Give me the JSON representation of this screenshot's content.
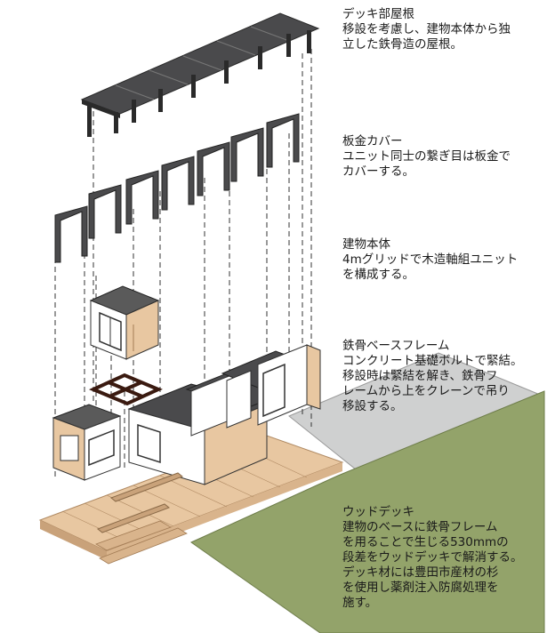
{
  "annotations": {
    "roof": {
      "title": "デッキ部屋根",
      "text": "移設を考慮し、建物本体から独\n立した鉄骨造の屋根。"
    },
    "sheet_metal_cover": {
      "title": "板金カバー",
      "text": "ユニット同士の繋ぎ目は板金で\nカバーする。"
    },
    "building_body": {
      "title": "建物本体",
      "text": "4mグリッドで木造軸組ユニット\nを構成する。"
    },
    "steel_base_frame": {
      "title": "鉄骨ベースフレーム",
      "text": "コンクリート基礎ボルトで緊結。\n移設時は緊結を解き、鉄骨フ\nレームから上をクレーンで吊り\n移設する。"
    },
    "wood_deck": {
      "title": "ウッドデッキ",
      "text": "建物のベースに鉄骨フレーム\nを用ることで生じる530mmの\n段差をウッドデッキで解消する。\nデッキ材には豊田市産材の杉\nを使用し薬剤注入防腐処理を\n施す。"
    }
  },
  "colors": {
    "roof": "#4a4a4c",
    "roof_edge": "#2a2a2a",
    "wood": "#e8c7a1",
    "wood_dark": "#c9a27a",
    "lawn": "#93a36a",
    "concrete": "#cfd0d0",
    "frame": "#3a1a10"
  }
}
